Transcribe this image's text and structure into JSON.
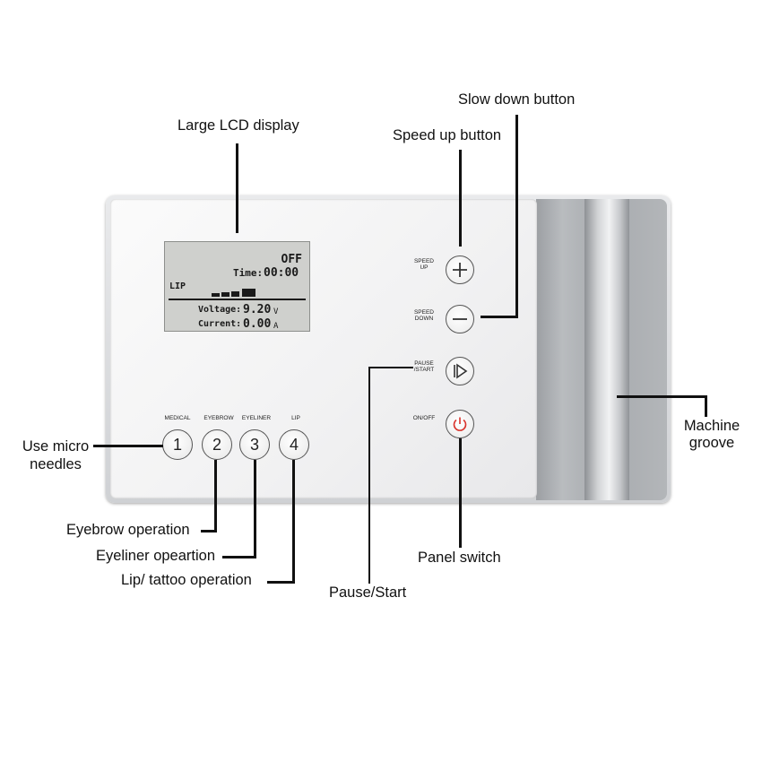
{
  "callouts": {
    "lcd": "Large LCD display",
    "slow_down": "Slow down button",
    "speed_up": "Speed up button",
    "micro_needles_1": "Use micro",
    "micro_needles_2": "needles",
    "eyebrow": "Eyebrow operation",
    "eyeliner": "Eyeliner opeartion",
    "lip": "Lip/ tattoo operation",
    "pause_start": "Pause/Start",
    "panel_switch": "Panel switch",
    "groove_1": "Machine",
    "groove_2": "groove"
  },
  "lcd": {
    "status": "OFF",
    "time_label": "Time:",
    "time_value": "00:00",
    "mode": "LIP",
    "level_bars": 4,
    "voltage_label": "Voltage:",
    "voltage_value": "9.20",
    "voltage_unit": "V",
    "current_label": "Current:",
    "current_value": "0.00",
    "current_unit": "A"
  },
  "controls": {
    "speed_up_1": "SPEED",
    "speed_up_2": "UP",
    "speed_down_1": "SPEED",
    "speed_down_2": "DOWN",
    "pause_1": "PAUSE",
    "pause_2": "/START",
    "onoff": "ON/OFF",
    "modes": [
      {
        "label": "MEDICAL",
        "num": "1"
      },
      {
        "label": "EYEBROW",
        "num": "2"
      },
      {
        "label": "EYELINER",
        "num": "3"
      },
      {
        "label": "LIP",
        "num": "4"
      }
    ]
  },
  "colors": {
    "power_icon": "#d9322b",
    "lcd_bg": "#cfd0cd"
  }
}
